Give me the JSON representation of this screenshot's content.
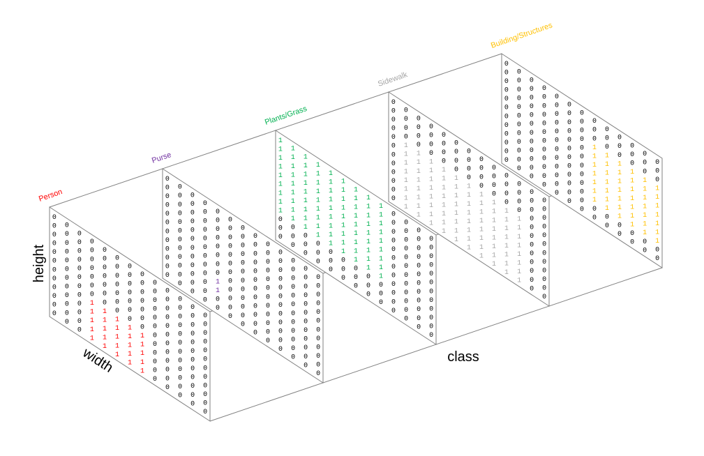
{
  "axes": {
    "height_label": "height",
    "width_label": "width",
    "class_label": "class"
  },
  "digits": {
    "zero": "0",
    "one": "1"
  },
  "classes": [
    {
      "name": "Person",
      "color": "#ff0000"
    },
    {
      "name": "Purse",
      "color": "#7030a0"
    },
    {
      "name": "Plants/Grass",
      "color": "#00b050"
    },
    {
      "name": "Sidewalk",
      "color": "#a6a6a6"
    },
    {
      "name": "Building/Structures",
      "color": "#ffc000"
    }
  ],
  "colors": {
    "zero_digit": "#000000",
    "frame_line": "#808080"
  }
}
